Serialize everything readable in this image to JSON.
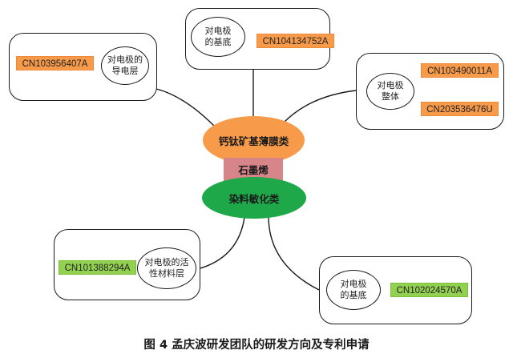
{
  "center": {
    "top_category": "钙钛矿基薄膜类",
    "middle_label": "石墨烯",
    "bottom_category": "染料敏化类"
  },
  "branches": [
    {
      "label": "对电极的\n导电层",
      "patents": [
        "CN103956407A"
      ]
    },
    {
      "label": "对电极\n的基底",
      "patents": [
        "CN104134752A"
      ]
    },
    {
      "label": "对电极\n整体",
      "patents": [
        "CN103490011A",
        "CN203536476U"
      ]
    },
    {
      "label": "对电极的活\n性材料层",
      "patents": [
        "CN101388294A"
      ]
    },
    {
      "label": "对电极\n的基底",
      "patents": [
        "CN102024570A"
      ]
    }
  ],
  "colors": {
    "orange": "#f79a4a",
    "green": "#92d050",
    "pink": "#d8858a",
    "green_ellipse": "#1fa84a"
  },
  "caption": "图 4  孟庆波研发团队的研发方向及专利申请"
}
